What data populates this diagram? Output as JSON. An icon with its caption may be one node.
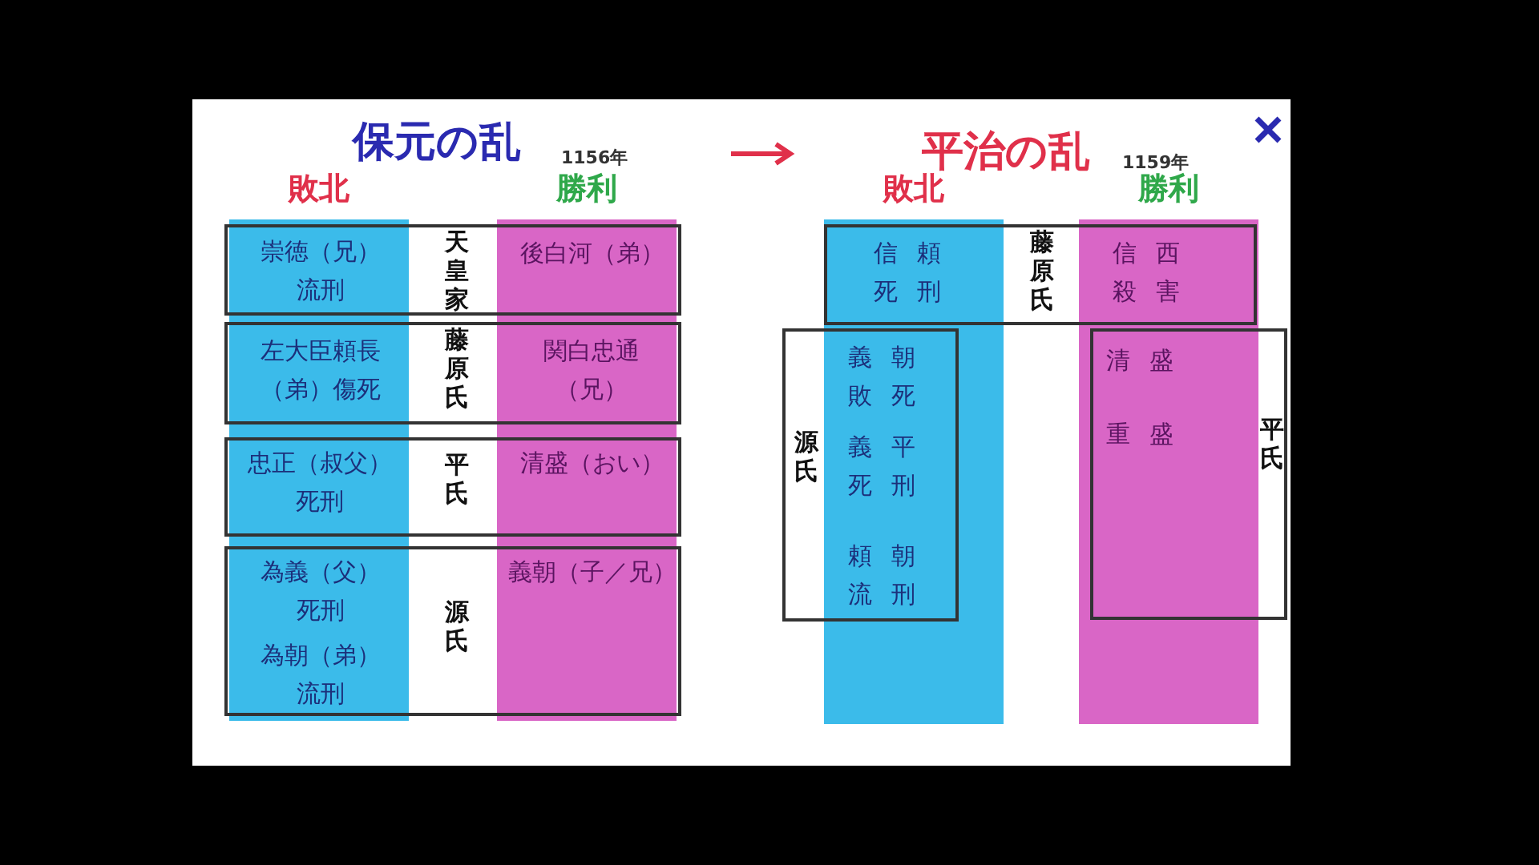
{
  "diagram": {
    "nodes": [
      {
        "text": [
          "敗北"
        ]
      },
      {
        "text": [
          "勝利"
        ]
      },
      {
        "text": [
          "崇徳（兄）流刑",
          "天皇家",
          "後白河（弟）"
        ]
      },
      {
        "text": [
          "左大臣頼長（弟）傷死",
          "藤原氏",
          "関白忠通（兄）"
        ]
      },
      {
        "text": [
          "忠正（叔父）死刑",
          "平氏",
          "清盛（おい）"
        ]
      },
      {
        "text": [
          "為義（父）死刑",
          "為朝（弟）流刑",
          "源氏",
          "義朝（子／兄）"
        ]
      },
      {
        "text": [
          "敗北"
        ]
      },
      {
        "text": [
          "勝利"
        ]
      },
      {
        "text": [
          "信頼死刑",
          "藤原氏",
          "信西殺害"
        ]
      },
      {
        "text": [
          "源氏",
          "義朝敗死",
          "義平死刑",
          "頼朝流刑"
        ]
      },
      {
        "text": [
          "清盛",
          "重盛",
          "平氏"
        ]
      }
    ],
    "edges": [],
    "labels": [
      "保元の乱",
      "1156年",
      "平治の乱",
      "1159年"
    ]
  }
}
